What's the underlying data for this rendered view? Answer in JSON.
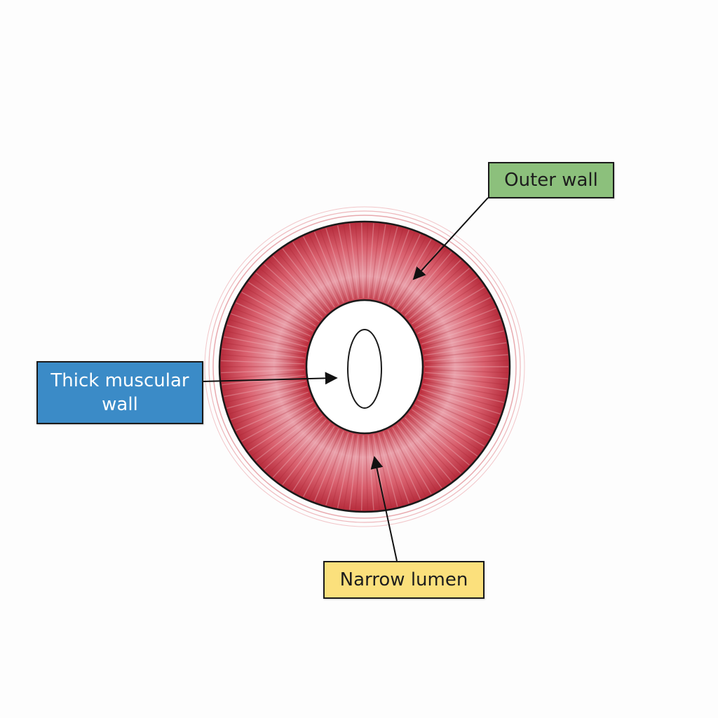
{
  "diagram": {
    "labels": {
      "outer_wall": "Outer wall",
      "thick_muscular_wall": "Thick muscular wall",
      "narrow_lumen": "Narrow lumen"
    },
    "colors": {
      "outer_wall_box": "#8cc07c",
      "muscular_wall_box": "#3b8bc7",
      "lumen_box": "#fbe07c",
      "muscle_light": "#e9a0aa",
      "muscle_dark": "#c0303f",
      "adventitia_ring": "#e8a9ae",
      "lumen_fill": "#ffffff",
      "outline": "#1a1a1a"
    },
    "icons": {
      "vessel": "artery-cross-section-icon",
      "pointer": "arrow-icon"
    }
  }
}
